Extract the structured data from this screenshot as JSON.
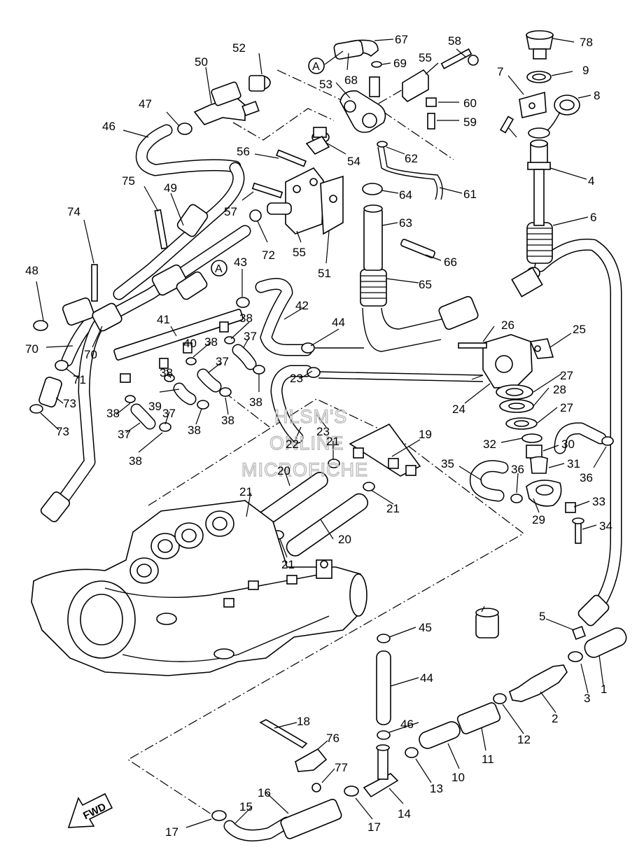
{
  "diagram": {
    "callouts": [
      "1",
      "2",
      "3",
      "4",
      "5",
      "6",
      "7",
      "8",
      "9",
      "10",
      "11",
      "12",
      "13",
      "14",
      "15",
      "16",
      "17",
      "17",
      "18",
      "19",
      "20",
      "20",
      "21",
      "21",
      "21",
      "21",
      "22",
      "23",
      "23",
      "24",
      "25",
      "26",
      "27",
      "27",
      "28",
      "29",
      "30",
      "31",
      "32",
      "33",
      "34",
      "35",
      "36",
      "36",
      "37",
      "37",
      "37",
      "37",
      "38",
      "38",
      "38",
      "38",
      "38",
      "38",
      "38",
      "38",
      "39",
      "40",
      "41",
      "42",
      "43",
      "44",
      "44",
      "45",
      "46",
      "46",
      "47",
      "48",
      "49",
      "50",
      "51",
      "52",
      "53",
      "54",
      "55",
      "55",
      "56",
      "57",
      "58",
      "59",
      "60",
      "61",
      "62",
      "63",
      "64",
      "65",
      "66",
      "67",
      "68",
      "69",
      "70",
      "70",
      "71",
      "72",
      "73",
      "73",
      "74",
      "75",
      "76",
      "77",
      "78"
    ],
    "reference_marks": [
      "A",
      "A"
    ],
    "direction_label": "FWD",
    "watermark": [
      "HLSM'S",
      "ONLINE",
      "MICROFICHE"
    ]
  }
}
